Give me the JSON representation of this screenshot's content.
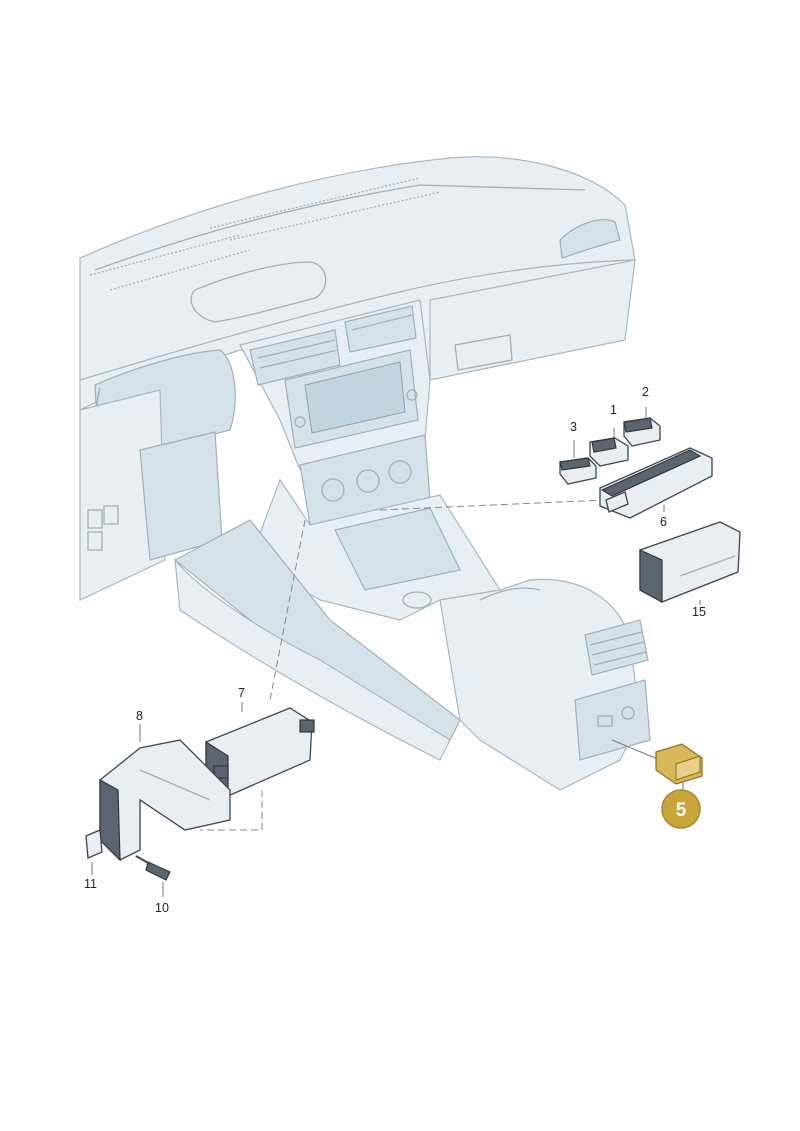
{
  "diagram": {
    "callouts": [
      {
        "id": "c1",
        "label": "1"
      },
      {
        "id": "c2",
        "label": "2"
      },
      {
        "id": "c3",
        "label": "3"
      },
      {
        "id": "c6",
        "label": "6"
      },
      {
        "id": "c15",
        "label": "15"
      },
      {
        "id": "c7",
        "label": "7"
      },
      {
        "id": "c8",
        "label": "8"
      },
      {
        "id": "c11",
        "label": "11"
      },
      {
        "id": "c10",
        "label": "10"
      }
    ],
    "highlight": {
      "label": "5",
      "color": "#c9a43a",
      "ring": "#a88a2b"
    }
  }
}
